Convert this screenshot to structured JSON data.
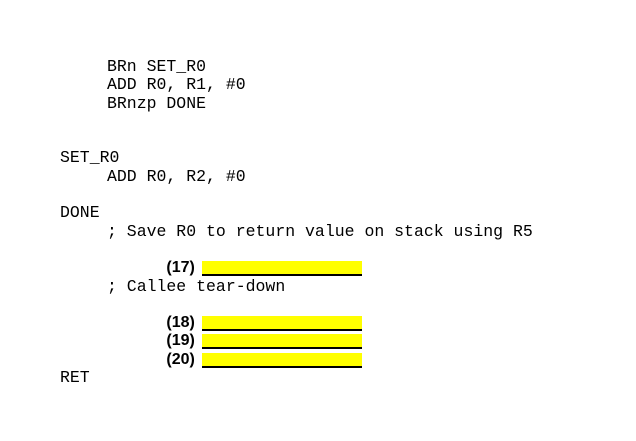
{
  "page": {
    "background": "#ffffff",
    "text_color": "#000000",
    "highlight_color": "#ffff00"
  },
  "code": {
    "language": "LC-3 assembly",
    "lines": [
      {
        "type": "instruction",
        "text": "BRn SET_R0"
      },
      {
        "type": "instruction",
        "text": "ADD R0, R1, #0"
      },
      {
        "type": "instruction",
        "text": "BRnzp DONE"
      },
      {
        "type": "blank"
      },
      {
        "type": "blank"
      },
      {
        "type": "label",
        "text": "SET_R0"
      },
      {
        "type": "instruction",
        "text": "ADD R0, R2, #0"
      },
      {
        "type": "blank"
      },
      {
        "type": "label",
        "text": "DONE"
      },
      {
        "type": "comment",
        "text": "; Save R0 to return value on stack using R5"
      },
      {
        "type": "answer-field",
        "num": "(17)"
      },
      {
        "type": "blank"
      },
      {
        "type": "comment",
        "text": "; Callee tear-down"
      },
      {
        "type": "answer-field",
        "num": "(18)"
      },
      {
        "type": "answer-field",
        "num": "(19)"
      },
      {
        "type": "answer-field",
        "num": "(20)"
      },
      {
        "type": "blank"
      },
      {
        "type": "label",
        "text": "RET"
      }
    ]
  }
}
